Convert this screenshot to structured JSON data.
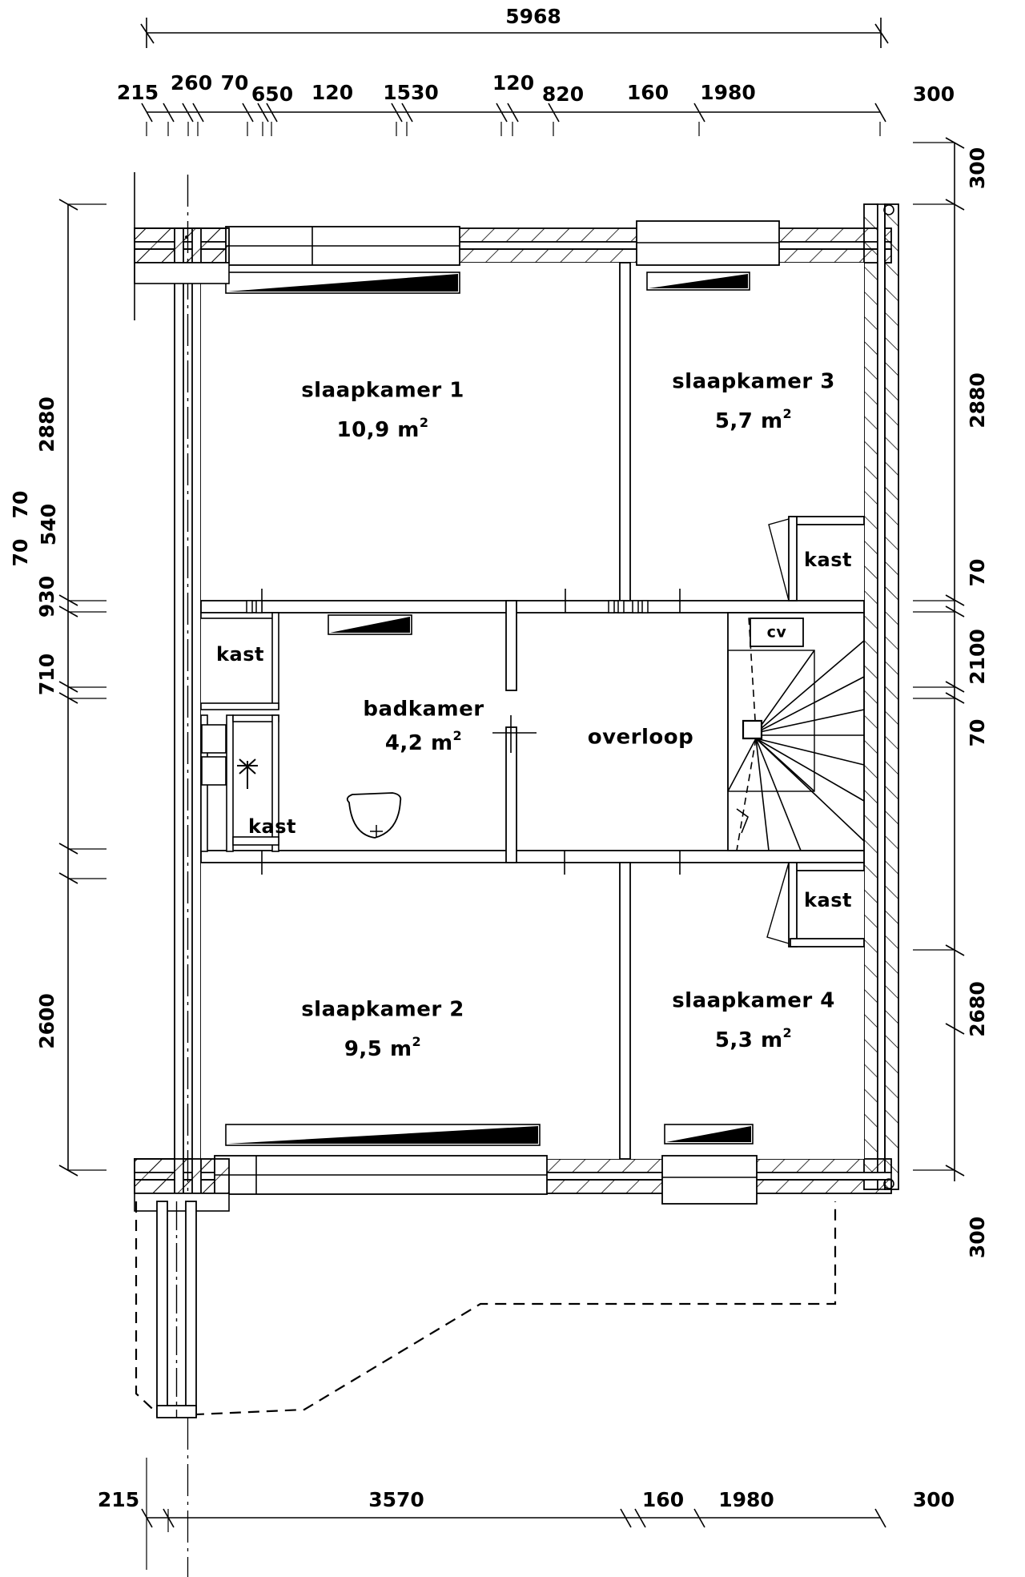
{
  "drawing": {
    "type": "architectural-floor-plan",
    "language": "nl",
    "level": "first-floor",
    "units": "mm"
  },
  "rooms": [
    {
      "id": "slaapkamer-1",
      "name": "slaapkamer 1",
      "area": "10,9",
      "area_unit": "m"
    },
    {
      "id": "slaapkamer-3",
      "name": "slaapkamer 3",
      "area": "5,7",
      "area_unit": "m"
    },
    {
      "id": "slaapkamer-2",
      "name": "slaapkamer 2",
      "area": "9,5",
      "area_unit": "m"
    },
    {
      "id": "slaapkamer-4",
      "name": "slaapkamer 4",
      "area": "5,3",
      "area_unit": "m"
    },
    {
      "id": "badkamer",
      "name": "badkamer",
      "area": "4,2",
      "area_unit": "m"
    },
    {
      "id": "overloop",
      "name": "overloop",
      "area": "",
      "area_unit": ""
    }
  ],
  "closets": [
    {
      "id": "kast-left-upper",
      "label": "kast"
    },
    {
      "id": "kast-left-lower",
      "label": "kast"
    },
    {
      "id": "kast-right-upper",
      "label": "kast"
    },
    {
      "id": "kast-right-lower",
      "label": "kast"
    }
  ],
  "equipment": [
    {
      "id": "cv",
      "label": "cv"
    }
  ],
  "dimensions": {
    "top_overall": "5968",
    "top_chain": [
      "215",
      "260",
      "70",
      "650",
      "120",
      "1530",
      "120",
      "820",
      "160",
      "1980",
      "300"
    ],
    "bottom_chain": [
      "215",
      "3570",
      "160",
      "1980",
      "300"
    ],
    "left_chain": [
      "2880",
      "70",
      "540",
      "70",
      "930",
      "710",
      "2600"
    ],
    "right_chain": [
      "300",
      "2880",
      "70",
      "2100",
      "70",
      "2680",
      "300"
    ]
  },
  "colors": {
    "line": "#000000",
    "background": "#ffffff",
    "fill_solid": "#000000"
  }
}
